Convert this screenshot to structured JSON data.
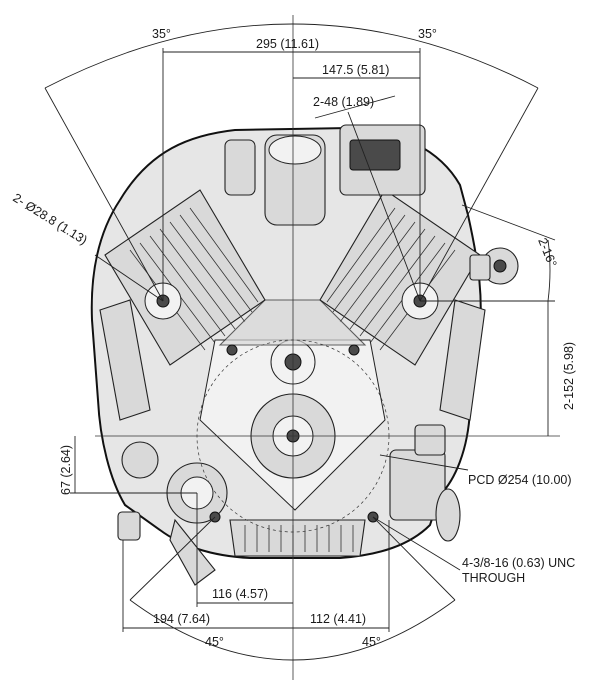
{
  "labels": {
    "angle_top_left": "35°",
    "angle_top_right": "35°",
    "width_total": "295 (11.61)",
    "width_half": "147.5 (5.81)",
    "boss_width": "2-48 (1.89)",
    "hole_dia": "2- Ø28.8 (1.13)",
    "angle_side": "2-16°",
    "height_right": "2-152 (5.98)",
    "height_left": "67 (2.64)",
    "pcd": "PCD Ø254 (10.00)",
    "thread": "4-3/8-16 (0.63) UNC",
    "thread_2": "THROUGH",
    "bottom_116": "116 (4.57)",
    "bottom_194": "194 (7.64)",
    "bottom_112": "112 (4.41)",
    "angle_bottom_left": "45°",
    "angle_bottom_right": "45°"
  }
}
